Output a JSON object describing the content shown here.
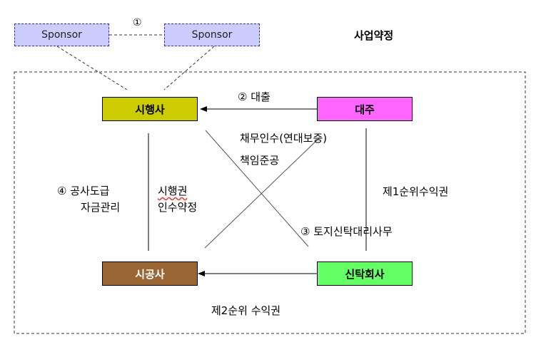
{
  "sponsor_left": "Sponsor",
  "sponsor_right": "Sponsor",
  "marker_1": "①",
  "agreement_title": "사업약정",
  "developer": "시행사",
  "lender": "대주",
  "constructor": "시공사",
  "trust_company": "신탁회사",
  "loan_label": "② 대출",
  "debt_assumption": "채무인수(연대보증)",
  "completion_guarantee": "책임준공",
  "construction_contract": "④ 공사도급",
  "fund_management": "자금관리",
  "execution_right_line1": "시행권",
  "execution_right_line2": "인수약정",
  "first_priority": "제1순위수익권",
  "land_trust": "③ 토지신탁대리사무",
  "second_priority": "제2순위  수익권",
  "colors": {
    "sponsor_fill": "#ccccff",
    "developer_fill": "#cccc00",
    "lender_fill": "#ff66ff",
    "constructor_fill": "#996633",
    "trust_fill": "#66ff66"
  }
}
